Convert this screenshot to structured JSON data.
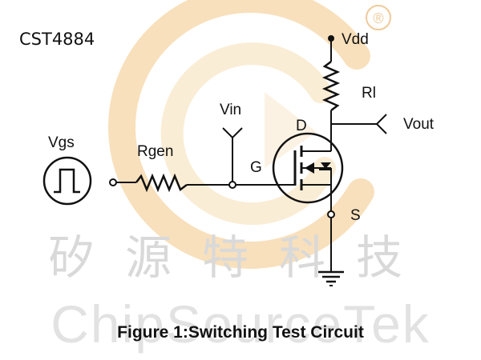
{
  "part_number": "CST4884",
  "watermark": {
    "chinese": "矽源特科技",
    "english": "ChipSourceTek",
    "registered_mark": "®",
    "logo_colors": [
      "#f6d6a6",
      "#f9e7c7",
      "#fbeedb"
    ]
  },
  "labels": {
    "vdd": "Vdd",
    "rl": "Rl",
    "vout": "Vout",
    "vin": "Vin",
    "d": "D",
    "g": "G",
    "s": "S",
    "vgs": "Vgs",
    "rgen": "Rgen"
  },
  "caption": "Figure 1:Switching Test Circuit"
}
